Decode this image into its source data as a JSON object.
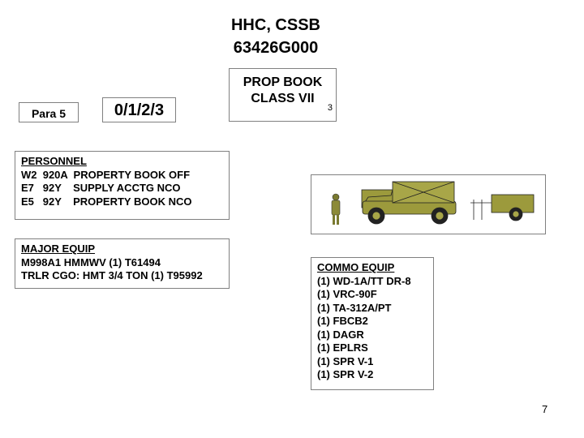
{
  "title": {
    "line1": "HHC, CSSB",
    "line2": "63426G000"
  },
  "para": "Para 5",
  "levels": "0/1/2/3",
  "section": {
    "line1": "PROP BOOK",
    "line2": "CLASS VII",
    "number": "3"
  },
  "personnel": {
    "heading": "PERSONNEL",
    "rows": [
      "W2  920A  PROPERTY BOOK OFF",
      "E7   92Y    SUPPLY ACCTG NCO",
      "E5   92Y    PROPERTY BOOK NCO"
    ]
  },
  "major_equip": {
    "heading": "MAJOR EQUIP",
    "rows": [
      "M998A1 HMMWV (1) T61494",
      "TRLR CGO: HMT 3/4 TON (1) T95992"
    ]
  },
  "commo_equip": {
    "heading": "COMMO EQUIP",
    "rows": [
      "(1) WD-1A/TT DR-8",
      "(1) VRC-90F",
      "(1) TA-312A/PT",
      "(1) FBCB2",
      "(1) DAGR",
      "(1) EPLRS",
      "(1) SPR V-1",
      "(1) SPR V-2"
    ]
  },
  "colors": {
    "vehicle": "#9c9a3c",
    "outline": "#808080"
  },
  "page_number": "7"
}
